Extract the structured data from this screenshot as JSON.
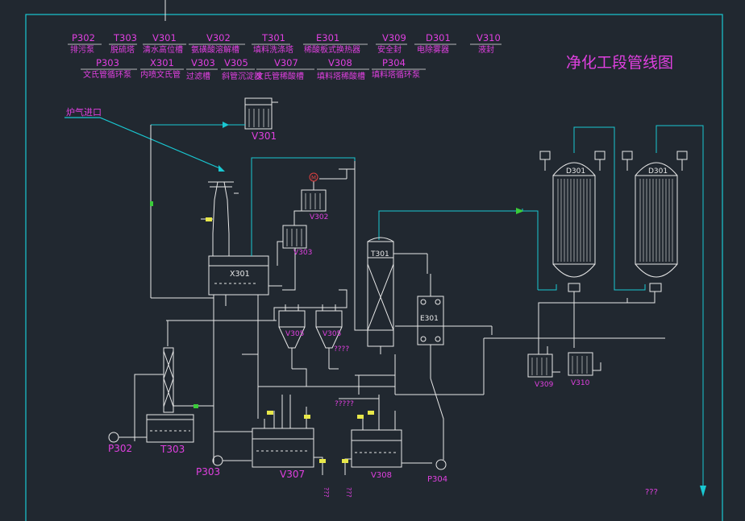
{
  "title": "净化工段管线图",
  "legend": [
    {
      "code": "P302",
      "label": "排污泵"
    },
    {
      "code": "T303",
      "label": "脱硫塔"
    },
    {
      "code": "V301",
      "label": "清水高位槽"
    },
    {
      "code": "V302",
      "label": "氨磺酸溶解槽"
    },
    {
      "code": "T301",
      "label": "填料洗涤塔"
    },
    {
      "code": "E301",
      "label": "稀酸板式换热器"
    },
    {
      "code": "V309",
      "label": "安全封"
    },
    {
      "code": "D301",
      "label": "电除雾器"
    },
    {
      "code": "V310",
      "label": "液封"
    },
    {
      "code": "P303",
      "label": "文氏管循环泵"
    },
    {
      "code": "X301",
      "label": "内喷文氏管"
    },
    {
      "code": "V303",
      "label": "过滤槽"
    },
    {
      "code": "V305",
      "label": "斜管沉淀器"
    },
    {
      "code": "V307",
      "label": "文氏管稀酸槽"
    },
    {
      "code": "V308",
      "label": "填料塔稀酸槽"
    },
    {
      "code": "P304",
      "label": "填料塔循环泵"
    }
  ],
  "gas_inlet": "炉气进口",
  "equipment_tags": {
    "V301": "V301",
    "X301": "X301",
    "V302": "V302",
    "V303": "V303",
    "T301": "T301",
    "E301": "E301",
    "D301a": "D301",
    "D301b": "D301",
    "V305a": "V305",
    "V305b": "V305",
    "V309": "V309",
    "V310": "V310",
    "P302": "P302",
    "T303": "T303",
    "P303": "P303",
    "V307": "V307",
    "V308": "V308",
    "P304": "P304"
  },
  "unknown_marks": {
    "q1": "????",
    "q2": "?????",
    "q3": "???",
    "q4": "???",
    "q5": "???"
  },
  "colors": {
    "line": "#e8e8e8",
    "cyan": "#19c8d2",
    "magenta": "#e040e0",
    "yellow": "#e8e84a",
    "green": "#3acc3a",
    "red": "#e04040",
    "bg": "#212830"
  }
}
